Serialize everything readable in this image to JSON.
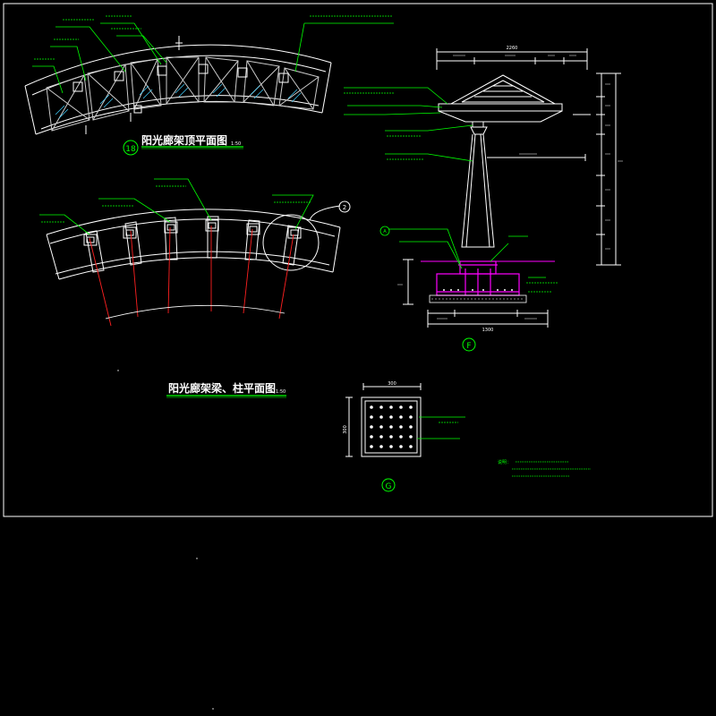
{
  "colors": {
    "background": "#000000",
    "frame": "#ffffff",
    "callout": "#00ff00",
    "axis": "#ff2020",
    "footing": "#ff00ff",
    "leader": "#e0e000"
  },
  "plan_roof": {
    "number": "18",
    "title": "阳光廊架顶平面图",
    "scale": "1:50"
  },
  "plan_beam_column": {
    "title": "阳光廊架梁、柱平面图",
    "scale": "1:50",
    "detail_mark": "2"
  },
  "section_f": {
    "label": "F",
    "mark_a": "A",
    "dim_top": "2260",
    "dim_bottom": "1300"
  },
  "detail_g": {
    "label": "G",
    "dim_top": "300",
    "dim_left": "300"
  },
  "notes": {
    "heading": "说明："
  }
}
